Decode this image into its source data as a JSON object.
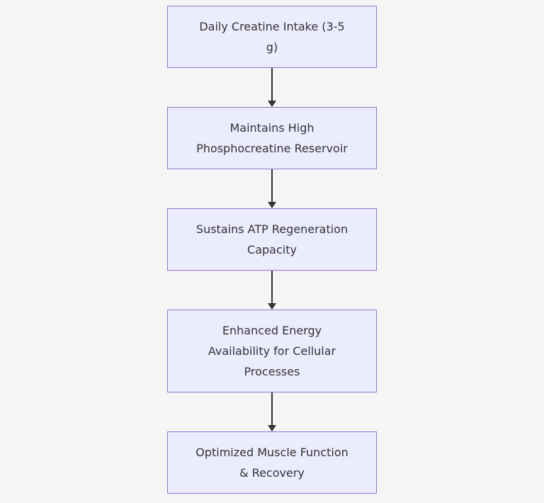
{
  "diagram": {
    "type": "flowchart-top-down",
    "colors": {
      "background": "#f5f5f5",
      "node_fill": "#ececff",
      "node_border": "#9370db",
      "text": "#333333",
      "arrow": "#333333"
    },
    "nodes": [
      {
        "id": "daily-creatine-intake",
        "label": "Daily Creatine Intake (3-5\ng)"
      },
      {
        "id": "phosphocreatine-reservoir",
        "label": "Maintains High\nPhosphocreatine Reservoir"
      },
      {
        "id": "atp-regeneration",
        "label": "Sustains ATP Regeneration\nCapacity"
      },
      {
        "id": "energy-availability",
        "label": "Enhanced Energy\nAvailability for Cellular\nProcesses"
      },
      {
        "id": "muscle-function-recovery",
        "label": "Optimized Muscle Function\n& Recovery"
      }
    ],
    "edges": [
      {
        "from": "daily-creatine-intake",
        "to": "phosphocreatine-reservoir"
      },
      {
        "from": "phosphocreatine-reservoir",
        "to": "atp-regeneration"
      },
      {
        "from": "atp-regeneration",
        "to": "energy-availability"
      },
      {
        "from": "energy-availability",
        "to": "muscle-function-recovery"
      }
    ]
  }
}
